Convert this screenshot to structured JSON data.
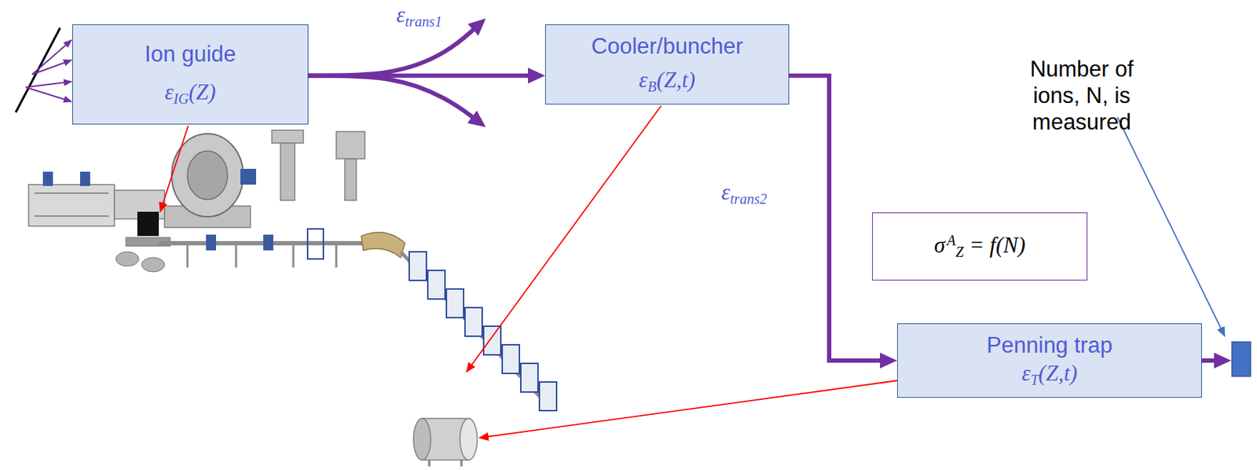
{
  "diagram": {
    "nodes": [
      {
        "text": [
          "Ion guide",
          "εIG(Z)"
        ]
      },
      {
        "text": [
          "Cooler/buncher",
          "εB(Z,t)"
        ]
      },
      {
        "text": [
          "σAZ = f(N)"
        ]
      },
      {
        "text": [
          "Penning trap",
          "εT(Z,t)"
        ]
      }
    ],
    "edges": [
      {
        "from": 0,
        "to": 1,
        "arrow": "to",
        "label": "εtrans1"
      },
      {
        "from": 1,
        "to": 3,
        "arrow": "to",
        "label": "εtrans2"
      }
    ],
    "labels": [
      "Number of ions, N, is measured"
    ]
  }
}
